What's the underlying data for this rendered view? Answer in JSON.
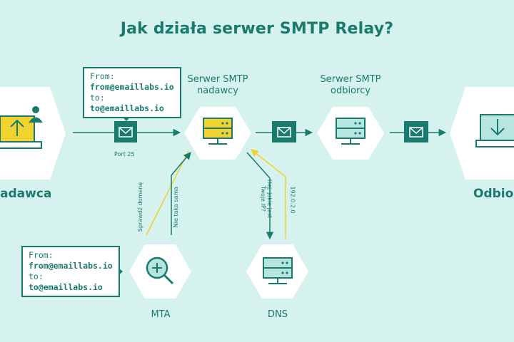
{
  "title": "Jak działa serwer SMTP Relay?",
  "nodes": {
    "sender": "adawca",
    "receiver": "Odbio",
    "smtp_sender": [
      "Serwer SMTP",
      "nadawcy"
    ],
    "smtp_receiver": [
      "Serwer SMTP",
      "odbiorcy"
    ],
    "mta": "MTA",
    "dns": "DNS"
  },
  "notes": {
    "top": {
      "from_label": "From:",
      "from": "from@emaillabs.io",
      "to_label": "to:",
      "to": "to@emaillabs.io"
    },
    "mta": {
      "from_label": "From:",
      "from": "from@emaillabs.io",
      "to_label": "to:",
      "to": "to@emaillabs.io"
    }
  },
  "arrow_labels": {
    "port": "Port 25",
    "check": "Sprawdź domenę",
    "not_same": "Nie taka sama",
    "ask_ip": "Hej, jakie jest Twoje IP?",
    "ip": "192.0.2.0"
  },
  "colors": {
    "teal": "#1a7a6e",
    "yellow": "#f2d22e",
    "background": "#d6f2ee",
    "hex": "#ffffff"
  }
}
